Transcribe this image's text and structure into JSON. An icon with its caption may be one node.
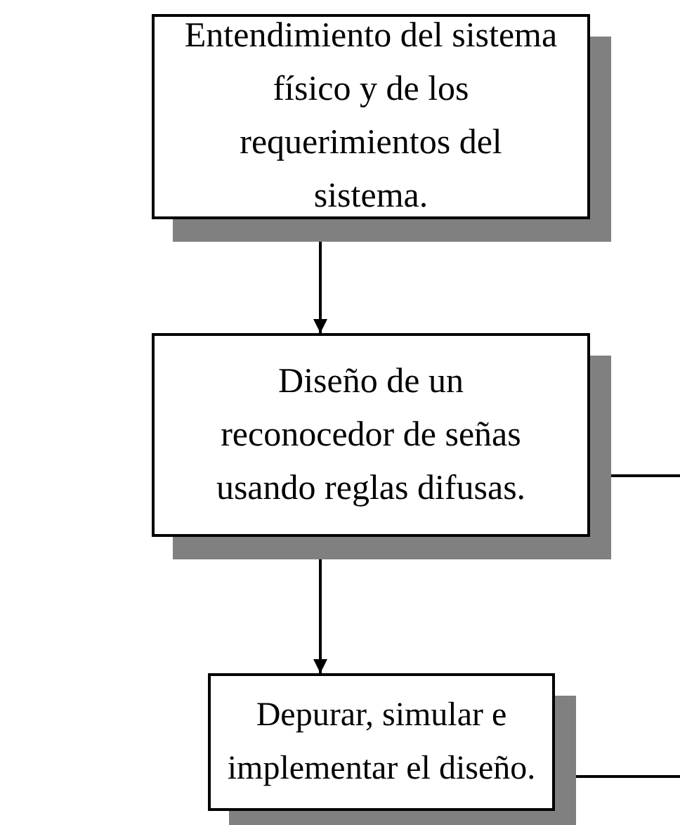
{
  "diagram": {
    "nodes": [
      {
        "text": [
          "Entendimiento del sistema físico y de los requerimientos del sistema."
        ]
      },
      {
        "text": [
          "Diseño de un reconocedor de señas usando reglas difusas."
        ]
      },
      {
        "text": [
          "Depurar, simular e implementar el diseño."
        ]
      }
    ],
    "edges": [
      {
        "from": 0,
        "to": 1,
        "arrow": "to"
      },
      {
        "from": 1,
        "to": 2,
        "arrow": "to"
      },
      {
        "from": null,
        "to": 1,
        "arrow": "to"
      },
      {
        "from": 2,
        "to": null,
        "arrow": "none"
      }
    ]
  }
}
